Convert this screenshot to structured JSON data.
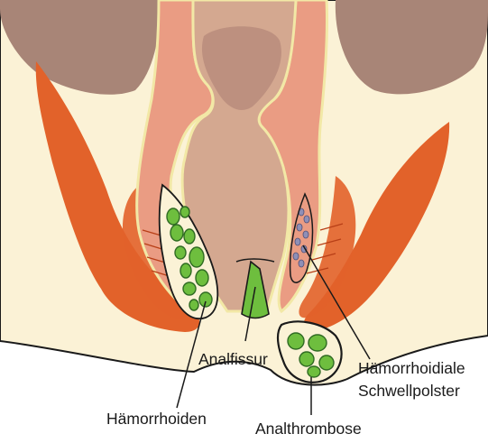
{
  "labels": {
    "analfissur": "Analfissur",
    "haemorrhoidiale_line1": "Hämorrhoidiale",
    "haemorrhoidiale_line2": "Schwellpolster",
    "haemorrhoiden": "Hämorrhoiden",
    "analthrombose": "Analthrombose"
  },
  "colors": {
    "background": "#fbf2d6",
    "tissue_brown": "#a88577",
    "muscle_orange": "#e2622a",
    "wall_pink": "#ea9c83",
    "lumen_tan": "#d4a890",
    "lumen_deep": "#b7897b",
    "green": "#6ebe3e",
    "green_dark": "#2f6b22",
    "cushion_blue": "#8f8fb6",
    "line": "#1a1a1a"
  }
}
